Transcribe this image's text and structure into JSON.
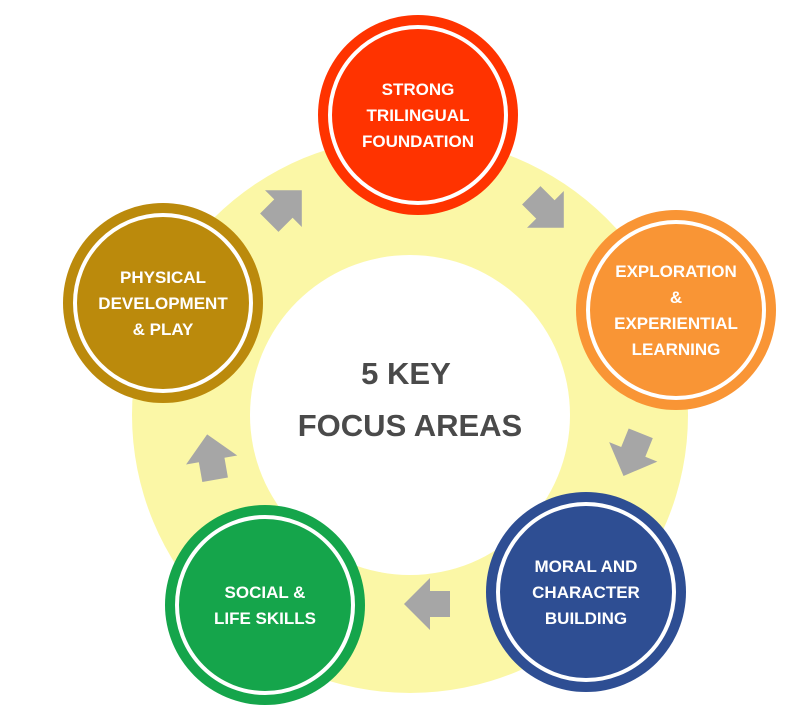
{
  "center": {
    "line1": "5 KEY",
    "line2": "FOCUS AREAS"
  },
  "areas": [
    {
      "lines": [
        "STRONG",
        "TRILINGUAL",
        "FOUNDATION"
      ],
      "color": "#ff3300"
    },
    {
      "lines": [
        "EXPLORATION",
        "&",
        "EXPERIENTIAL",
        "LEARNING"
      ],
      "color": "#f99535"
    },
    {
      "lines": [
        "MORAL AND",
        "CHARACTER",
        "BUILDING"
      ],
      "color": "#2e4e93"
    },
    {
      "lines": [
        "SOCIAL &",
        "LIFE SKILLS"
      ],
      "color": "#15a54b"
    },
    {
      "lines": [
        "PHYSICAL",
        "DEVELOPMENT",
        "& PLAY"
      ],
      "color": "#bb8a0c"
    }
  ],
  "colors": {
    "ring": "#fbf7a6",
    "arrow": "#a6a6a6",
    "center_text": "#4a4a4a"
  }
}
